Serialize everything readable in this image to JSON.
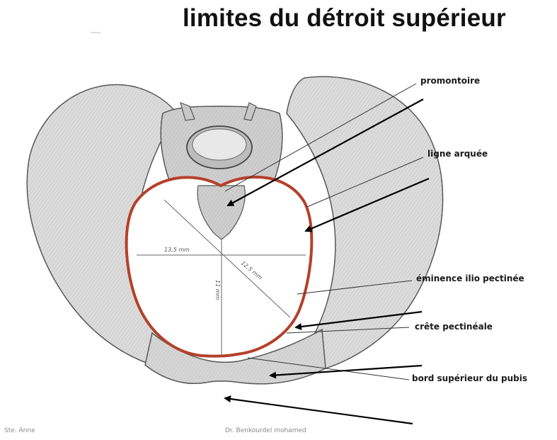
{
  "title": "limites du détroit supérieur",
  "labels": {
    "promontoire": "promontoire",
    "ligne_arquee": "ligne arquée",
    "eminence": "éminence ilio pectinée",
    "crete": "crête pectinéale",
    "bord_pubis": "bord supérieur du pubis"
  },
  "measurements": {
    "transverse": "13,5 mm",
    "oblique": "12,5 mm",
    "anteroposterior": "11 mm"
  },
  "footer": {
    "left": "Ste. Anne",
    "center": "Dr. Benkourdel mohamed"
  },
  "colors": {
    "outline": "#b5402a",
    "arrow": "#000000",
    "bone": "#d9d9d9"
  }
}
